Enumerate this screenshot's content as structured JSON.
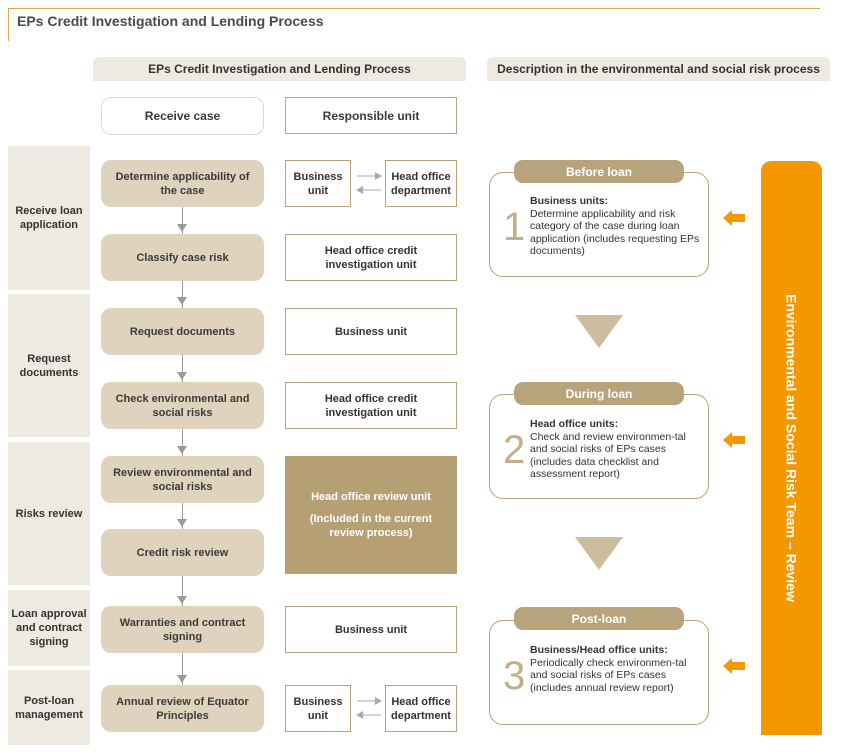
{
  "title": "EPs Credit Investigation and Lending Process",
  "headers": {
    "process": "EPs Credit Investigation and Lending Process",
    "description": "Description in the environmental and social risk process"
  },
  "columns": {
    "receive_case": "Receive case",
    "responsible_unit": "Responsible unit"
  },
  "stages": [
    "Receive loan application",
    "Request documents",
    "Risks review",
    "Loan approval and contract signing",
    "Post-loan management"
  ],
  "steps": [
    "Determine applicability of the case",
    "Classify case risk",
    "Request documents",
    "Check environmental and social risks",
    "Review environmental and social risks",
    "Credit risk review",
    "Warranties and contract signing",
    "Annual review of Equator Principles"
  ],
  "units": {
    "business_unit": "Business unit",
    "head_office_department": "Head office department",
    "credit_investigation_unit": "Head office credit investigation unit",
    "review_unit": "Head office review unit",
    "review_unit_note": "(Included in the current review process)"
  },
  "phases": [
    {
      "label": "Before loan",
      "number": "1",
      "who": "Business units:",
      "text": "Determine applicability and risk category of the case during loan application (includes requesting EPs documents)"
    },
    {
      "label": "During loan",
      "number": "2",
      "who": "Head office units:",
      "text": "Check and review environmen-tal and social risks of EPs cases (includes data checklist and assessment report)"
    },
    {
      "label": "Post-loan",
      "number": "3",
      "who": "Business/Head office units:",
      "text": "Periodically check environmen-tal and social risks of EPs cases (includes annual review report)"
    }
  ],
  "team_bar": "Environmental and Social Risk Team – Review",
  "colors": {
    "accent": "#f39800",
    "tan": "#b8a47c",
    "step": "#dfd3bd",
    "band": "#eeeae2"
  }
}
